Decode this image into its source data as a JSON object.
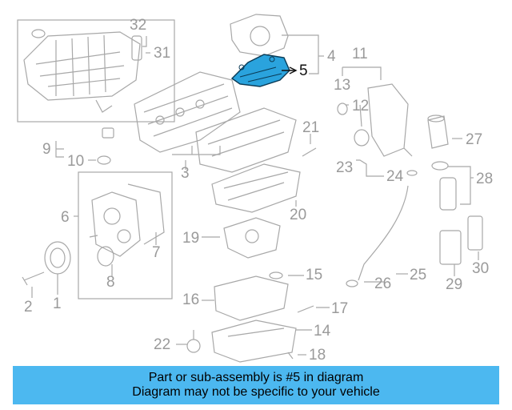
{
  "diagram": {
    "highlighted_part": "5",
    "highlight_color": "#2aa3dd",
    "line_color": "#a8a8a8",
    "callouts": [
      "32",
      "31",
      "4",
      "5",
      "11",
      "13",
      "12",
      "21",
      "27",
      "9",
      "10",
      "3",
      "23",
      "24",
      "28",
      "6",
      "7",
      "20",
      "19",
      "8",
      "25",
      "15",
      "26",
      "29",
      "30",
      "2",
      "1",
      "16",
      "17",
      "22",
      "14",
      "18"
    ]
  },
  "banner": {
    "line1": "Part or sub-assembly is #5 in diagram",
    "line2": "Diagram may not be specific to your vehicle",
    "color": "#4cb8f0"
  }
}
